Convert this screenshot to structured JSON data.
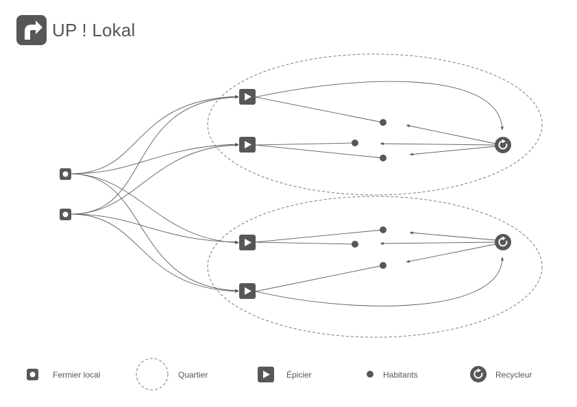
{
  "brand": {
    "title": "UP ! Lokal"
  },
  "legend": {
    "farmer": "Fermier local",
    "quarter": "Quartier",
    "grocer": "Épicier",
    "residents": "Habitants",
    "recycler": "Recycleur"
  },
  "colors": {
    "node": "#575757",
    "line": "#5a5a5a",
    "dashed": "#777777",
    "text": "#555555"
  }
}
